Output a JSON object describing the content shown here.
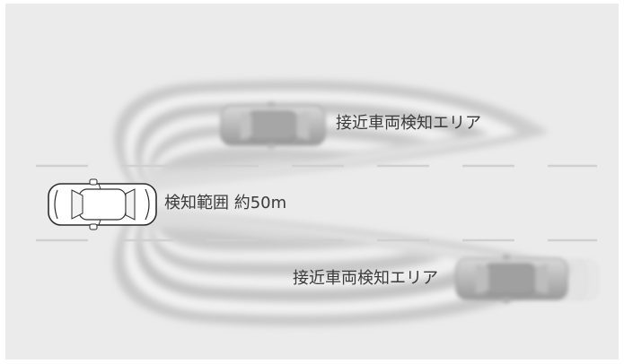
{
  "labels": {
    "upper_zone": "接近車両検知エリア",
    "detection_range": "検知範囲 約50m",
    "lower_zone": "接近車両検知エリア"
  },
  "colors": {
    "background": "#ebebeb",
    "zone_light": "#f4f4f4",
    "zone_dark": "#c6c6c6",
    "lane_marking": "#d2d2d2",
    "text": "#3a3a3a"
  },
  "icons": {
    "ego_vehicle": "car-top-view-white",
    "upper_vehicle": "car-top-view-gray",
    "lower_vehicle": "car-top-view-gray-motion-blur"
  }
}
